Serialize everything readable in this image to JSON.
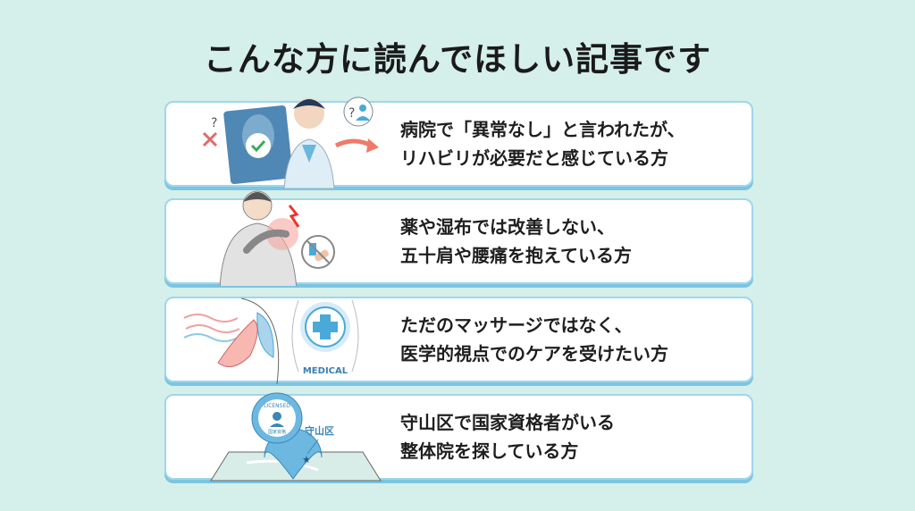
{
  "title": "こんな方に読んでほしい記事です",
  "cards": [
    {
      "line1": "病院で「異常なし」と言われたが、",
      "line2": "リハビリが必要だと感じている方",
      "icon": "doctor-xray-icon"
    },
    {
      "line1": "薬や湿布では改善しない、",
      "line2": "五十肩や腰痛を抱えている方",
      "icon": "shoulder-pain-icon"
    },
    {
      "line1": "ただのマッサージではなく、",
      "line2": "医学的視点でのケアを受けたい方",
      "icon": "medical-cross-icon",
      "badge": "MEDICAL"
    },
    {
      "line1": "守山区で国家資格者がいる",
      "line2": "整体院を探している方",
      "icon": "map-pin-icon",
      "place": "守山区",
      "pin_top": "LICENSED",
      "pin_bottom": "国家資格"
    }
  ],
  "colors": {
    "background": "#d5efea",
    "card_border": "#9fd6ec",
    "accent_blue": "#4aa9d8",
    "accent_red": "#f07a6a"
  }
}
